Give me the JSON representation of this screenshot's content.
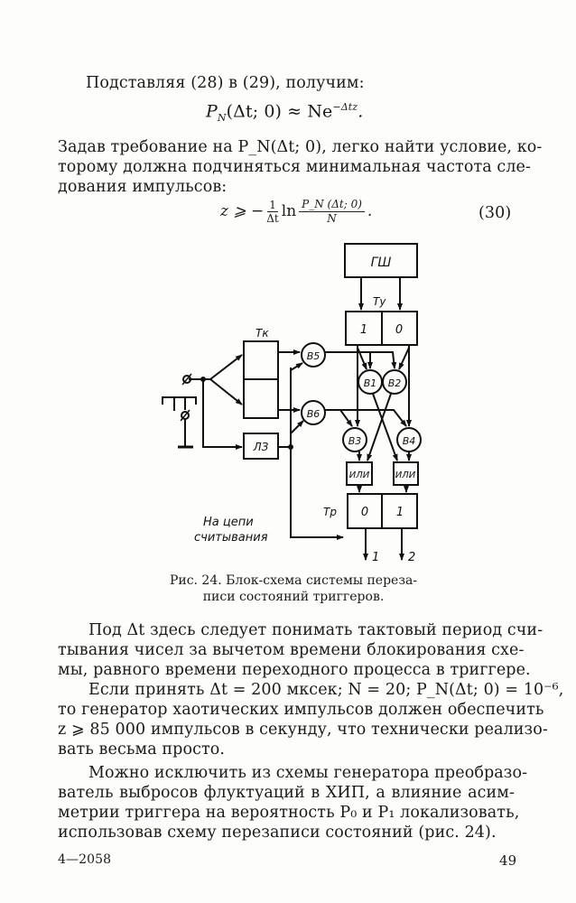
{
  "text": {
    "l1": "Подставляя (28) в (29), получим:",
    "f1": "P_N(Δt; 0) ≈ Ne^(−Δtz).",
    "f1_main": "P",
    "f1_sub": "N",
    "f1_rest": "(Δt; 0) ≈ Ne",
    "f1_exp": "−Δtz",
    "f1_end": ".",
    "l2": "Задав требование на P_N(Δt; 0), легко найти условие, ко-",
    "l3": "торому должна подчиняться минимальная частота сле-",
    "l4": "дования импульсов:",
    "f2_left": "z ⩾ −",
    "f2_num1": "1",
    "f2_den1": "Δt",
    "f2_ln": "ln",
    "f2_num2": "P_N (Δt; 0)",
    "f2_den2": "N",
    "f2_end": ".",
    "eq_num": "(30)",
    "caption_1": "Рис. 24. Блок-схема системы переза-",
    "caption_2": "писи состояний триггеров.",
    "p1": "Под Δt здесь следует понимать тактовый период счи-",
    "p2": "тывания чисел за вычетом времени блокирования схе-",
    "p3": "мы, равного времени переходного процесса в триггере.",
    "p4": "Если принять Δt = 200 мксек; N = 20; P_N(Δt; 0) = 10⁻⁶,",
    "p5": "то генератор хаотических импульсов должен обеспечить",
    "p6": "z ⩾ 85 000 импульсов в секунду, что технически реализо-",
    "p7": "вать весьма просто.",
    "p8": "Можно исключить из схемы генератора преобразо-",
    "p9": "ватель выбросов флуктуаций в ХИП, а влияние асим-",
    "p10": "метрии триггера на вероятность P₀ и P₁ локализовать,",
    "p11": "использовав схему перезаписи состояний (рис. 24).",
    "footer_left": "4—2058",
    "page_number": "49"
  },
  "diagram": {
    "gsh": "ГШ",
    "ty": "Tу",
    "ty_1": "1",
    "ty_0": "0",
    "tk": "Tк",
    "b1": "B1",
    "b2": "B2",
    "b3": "B3",
    "b4": "B4",
    "b5": "B5",
    "b6": "B6",
    "lz": "ЛЗ",
    "ili": "ИЛИ",
    "tp": "Tр",
    "tp_0": "0",
    "tp_1": "1",
    "out1": "1",
    "out2": "2",
    "note1": "На цепи",
    "note2": "считывания"
  }
}
